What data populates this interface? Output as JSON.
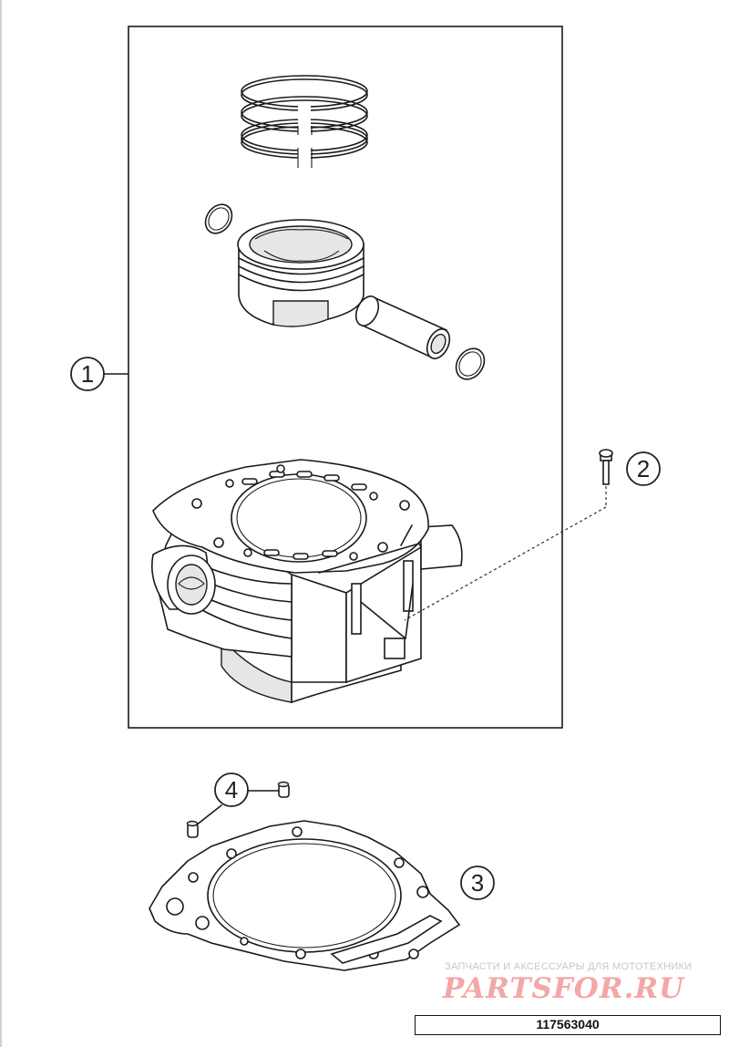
{
  "callouts": [
    {
      "id": "1",
      "label": "1"
    },
    {
      "id": "2",
      "label": "2"
    },
    {
      "id": "3",
      "label": "3"
    },
    {
      "id": "4",
      "label": "4"
    }
  ],
  "watermark": {
    "tagline": "ЗАПЧАСТИ И АКСЕССУАРЫ ДЛЯ МОТОТЕХНИКИ",
    "logo": "PARTSFOR.RU"
  },
  "drawing_number": "117563040",
  "colors": {
    "line": "#1a1a1a",
    "watermark_logo": "#f3a7a7",
    "watermark_text": "#c7c7c7"
  }
}
